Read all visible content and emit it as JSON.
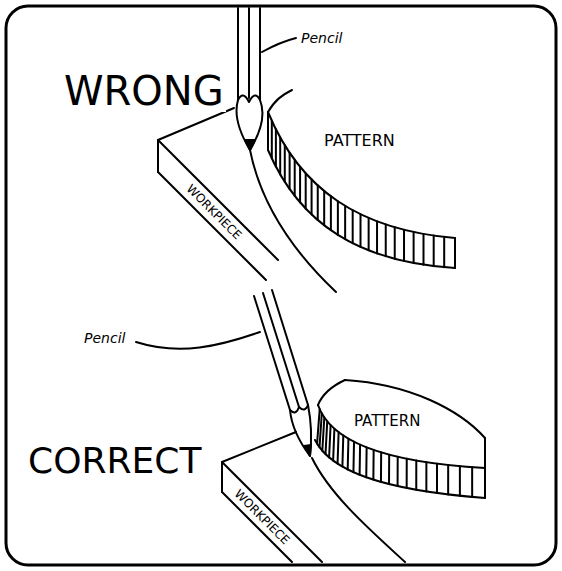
{
  "diagram": {
    "labels": [
      "Pencil",
      "WRONG",
      "PATTERN",
      "WORKPIECE",
      "Pencil",
      "CORRECT",
      "PATTERN",
      "WORKPIECE"
    ]
  }
}
